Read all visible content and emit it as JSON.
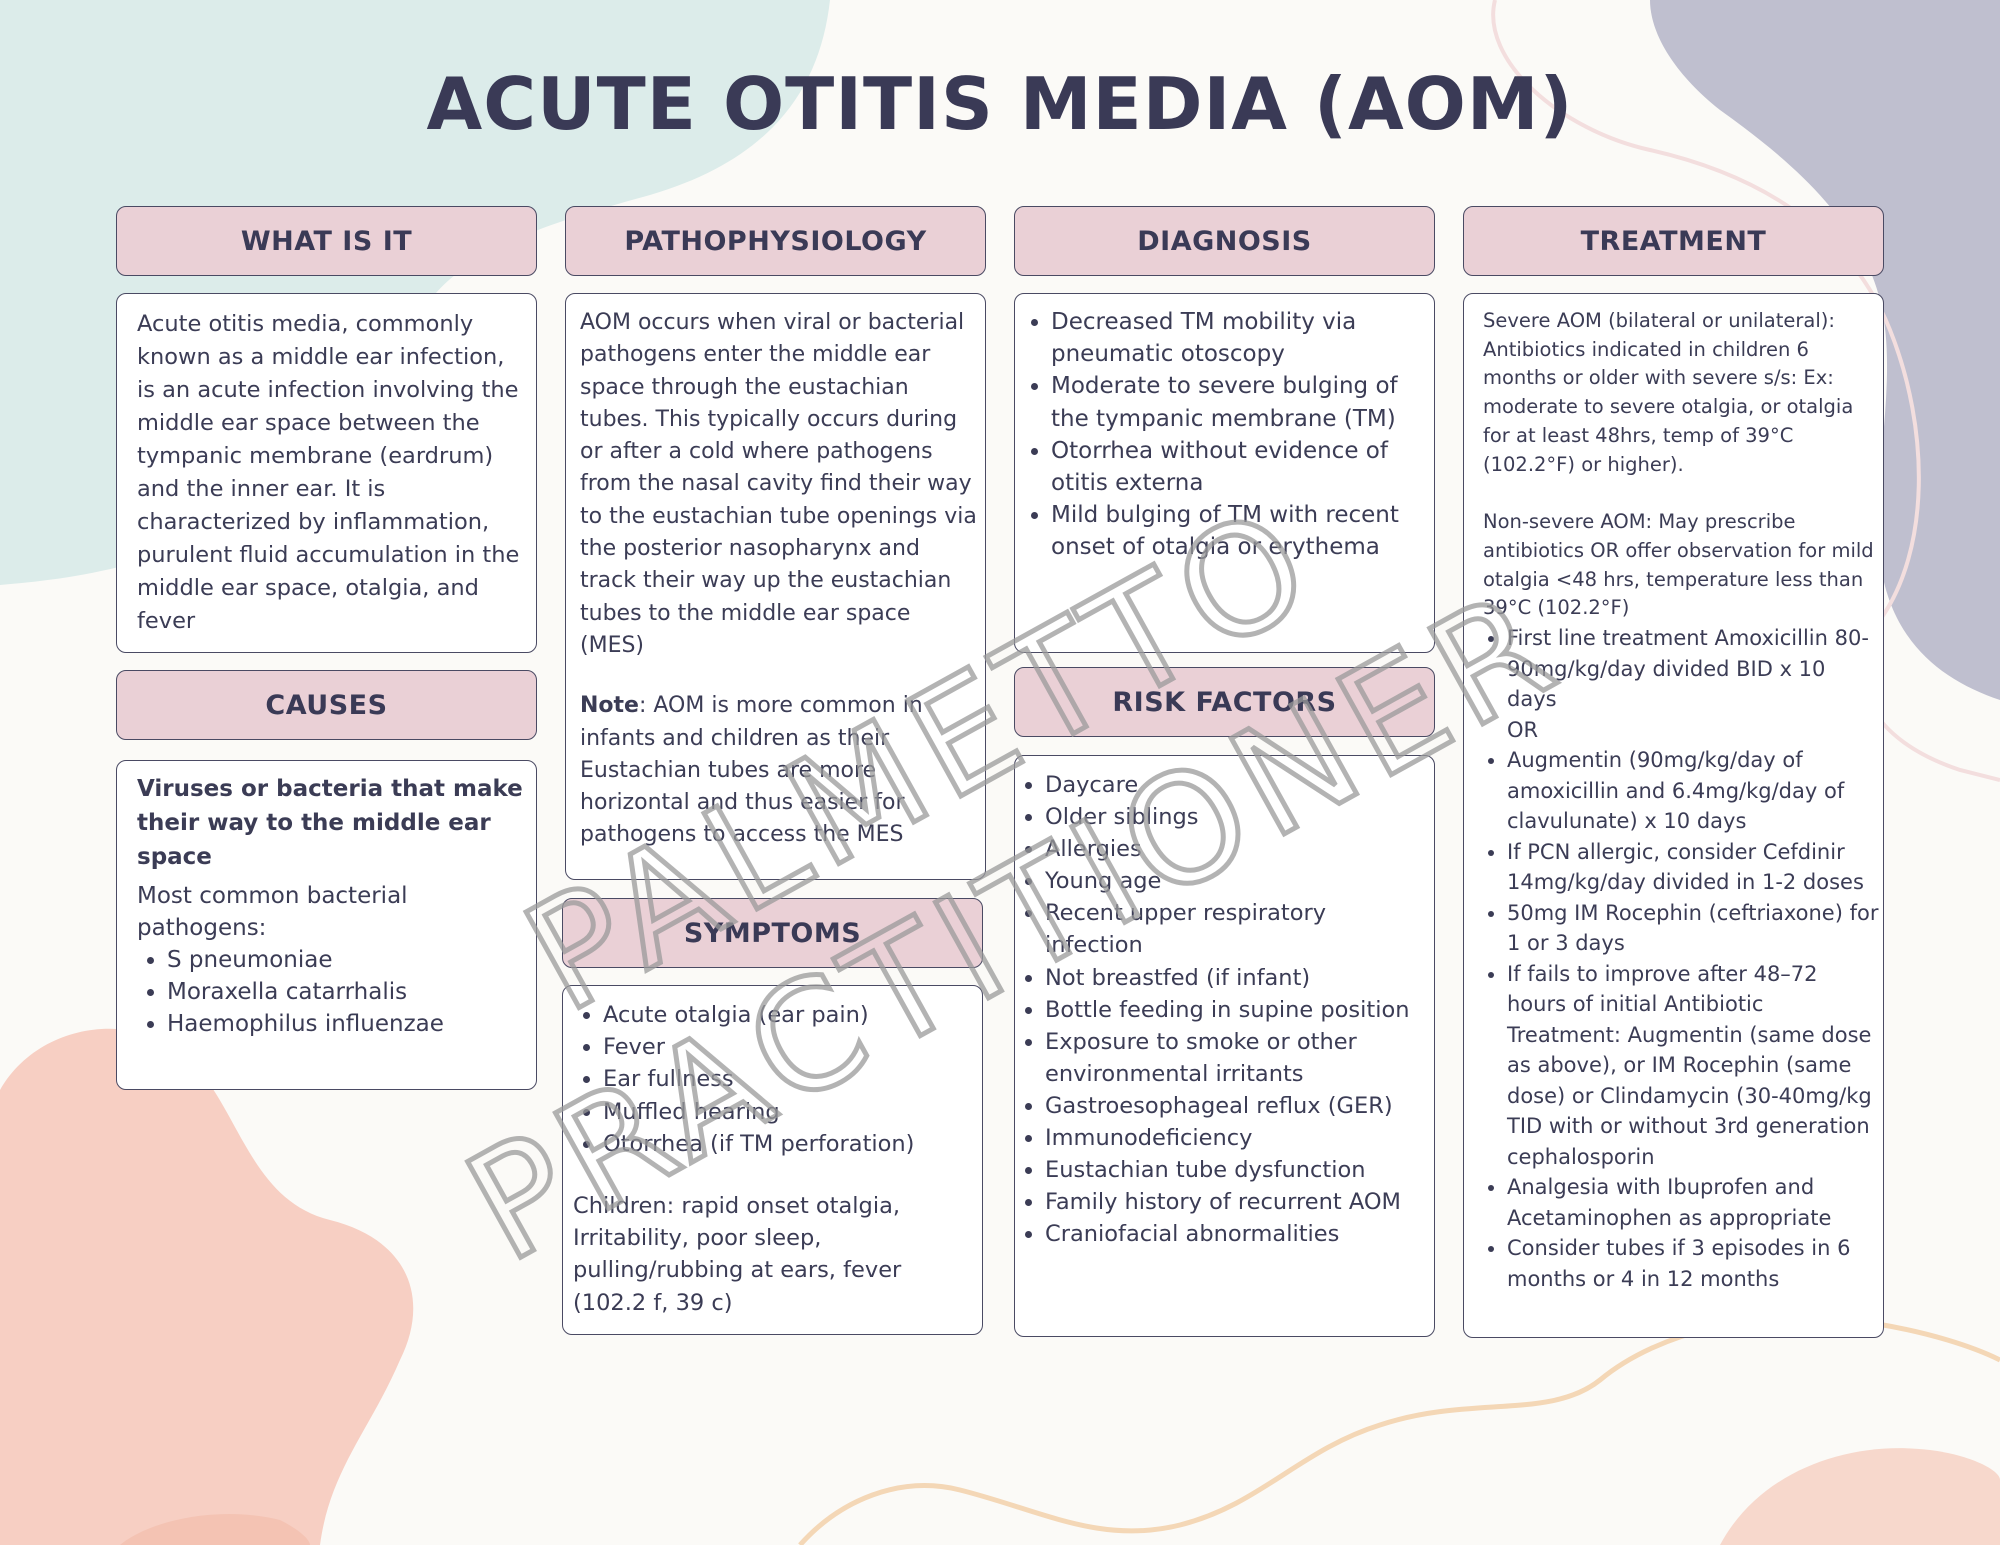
{
  "title": "ACUTE OTITIS MEDIA (AOM)",
  "colors": {
    "header_fill": "#ead0d6",
    "title_text": "#3a3a56",
    "border": "#4a4a63",
    "blob_mint": "#dcecea",
    "blob_gray": "#bfbfcf",
    "blob_peach": "#f7cfc3"
  },
  "watermark": "PALMETTO PRACTITIONER",
  "what_is_it": {
    "heading": "WHAT IS IT",
    "text": "Acute otitis media, commonly known as a middle ear infection, is an acute infection involving the middle ear space between the tympanic membrane (eardrum) and the inner ear. It is characterized by inflammation, purulent fluid accumulation in the middle ear space, otalgia, and fever"
  },
  "causes": {
    "heading": "CAUSES",
    "lead": "Viruses or bacteria that make their way to the middle ear space",
    "sub": "Most common bacterial pathogens:",
    "items": [
      "S pneumoniae",
      "Moraxella catarrhalis",
      "Haemophilus influenzae"
    ]
  },
  "pathophysiology": {
    "heading": "PATHOPHYSIOLOGY",
    "text": "AOM occurs when viral or bacterial pathogens enter the middle ear space through the eustachian tubes. This typically occurs during or after a cold where pathogens from the nasal cavity find their way to the eustachian tube openings via the posterior nasopharynx and track their way up the eustachian tubes to the middle ear space (MES)",
    "note_label": "Note",
    "note_text": ": AOM is more common in infants and children as their Eustachian tubes are more horizontal and thus easier for pathogens to access the MES"
  },
  "symptoms": {
    "heading": "SYMPTOMS",
    "items": [
      "Acute otalgia (ear pain)",
      "Fever",
      "Ear fullness",
      "Muffled hearing",
      "Otorrhea (if TM perforation)"
    ],
    "children": "Children: rapid onset otalgia, Irritability, poor sleep, pulling/rubbing at ears, fever (102.2 f, 39 c)"
  },
  "diagnosis": {
    "heading": "DIAGNOSIS",
    "items": [
      "Decreased TM mobility via pneumatic otoscopy",
      "Moderate to severe bulging of the tympanic membrane (TM)",
      "Otorrhea without evidence of otitis externa",
      "Mild bulging of TM with recent onset of otalgia or erythema"
    ]
  },
  "risk_factors": {
    "heading": "RISK FACTORS",
    "items": [
      "Daycare",
      "Older siblings",
      "Allergies",
      "Young age",
      "Recent upper respiratory infection",
      "Not breastfed (if infant)",
      "Bottle feeding in supine position",
      "Exposure to smoke or other environmental irritants",
      "Gastroesophageal reflux (GER)",
      "Immunodeficiency",
      "Eustachian tube dysfunction",
      "Family history of recurrent AOM",
      "Craniofacial abnormalities"
    ]
  },
  "treatment": {
    "heading": "TREATMENT",
    "severe": "Severe AOM (bilateral or unilateral): Antibiotics indicated in children 6 months or older with severe s/s: Ex: moderate to severe otalgia, or otalgia for at least 48hrs, temp of 39°C (102.2°F) or higher).",
    "nonsevere": "Non-severe AOM: May prescribe antibiotics OR offer observation for mild otalgia <48 hrs, temperature less than 39°C (102.2°F)",
    "items": [
      "First line treatment Amoxicillin 80-90mg/kg/day divided BID x 10 days\nOR",
      "Augmentin (90mg/kg/day of amoxicillin and 6.4mg/kg/day of clavulunate) x 10 days",
      "If PCN allergic, consider Cefdinir 14mg/kg/day divided in 1-2 doses",
      "50mg IM Rocephin (ceftriaxone) for 1 or 3 days",
      "If fails to improve after 48–72 hours of initial Antibiotic Treatment: Augmentin (same dose as above), or IM Rocephin (same dose) or Clindamycin (30-40mg/kg TID with or without 3rd generation cephalosporin",
      "Analgesia with Ibuprofen and Acetaminophen as appropriate",
      "Consider tubes if 3 episodes in 6 months or 4 in 12 months"
    ]
  }
}
